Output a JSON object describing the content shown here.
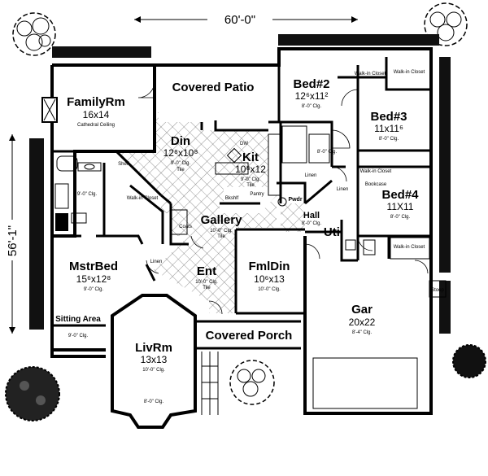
{
  "dimensions": {
    "width": "60'-0\"",
    "depth": "56'-1\""
  },
  "rooms": {
    "family": {
      "name": "FamilyRm",
      "size": "16x14",
      "ceiling": "Cathedral Ceiling"
    },
    "patio": {
      "name": "Covered Patio"
    },
    "bed2": {
      "name": "Bed#2",
      "size": "12⁶x11²",
      "ceiling": "8'-0\" Clg."
    },
    "bed3": {
      "name": "Bed#3",
      "size": "11x11⁶",
      "ceiling": "8'-0\" Clg."
    },
    "bed4": {
      "name": "Bed#4",
      "size": "11X11",
      "ceiling": "8'-0\" Clg."
    },
    "din": {
      "name": "Din",
      "size": "12⁸x10⁸",
      "ceiling": "9'-0\" Clg.",
      "floor": "Tile"
    },
    "kit": {
      "name": "Kit",
      "size": "10⁸x12",
      "ceiling": "9'-0\" Clg.",
      "floor": "Tile"
    },
    "gallery": {
      "name": "Gallery",
      "ceiling": "10'-0\" Clg.",
      "floor": "Tile"
    },
    "master": {
      "name": "MstrBed",
      "size": "15⁶x12⁸",
      "ceiling": "9'-0\" Clg."
    },
    "sitting": {
      "name": "Sitting Area",
      "ceiling": "9'-0\" Clg."
    },
    "ent": {
      "name": "Ent",
      "ceiling": "10'-0\" Clg.",
      "floor": "Tile"
    },
    "fmldin": {
      "name": "FmlDin",
      "size": "10⁶x13",
      "ceiling": "10'-0\" Clg."
    },
    "util": {
      "name": "Util"
    },
    "garage": {
      "name": "Gar",
      "size": "20x22",
      "ceiling": "8'-4\" Clg."
    },
    "livrm": {
      "name": "LivRm",
      "size": "13x13",
      "ceiling": "10'-0\" Clg."
    },
    "porch": {
      "name": "Covered Porch"
    },
    "hall": {
      "name": "Hall",
      "ceiling": "8'-0\" Clg."
    }
  },
  "labels": {
    "walkin": "Walk-in Closet",
    "linen": "Linen",
    "pwdr": "Pwdr",
    "coats": "Coats",
    "stoop": "Stoop",
    "pantry": "Pantry",
    "dw": "DW",
    "bkshlf": "Bkshlf",
    "shelf": "Shelf",
    "bookcase": "Bookcase",
    "wall_clg": "8'-0\" Clg.",
    "bay_clg": "8'-0\" Clg.",
    "din_clg2": "9'-0\" Clg."
  }
}
